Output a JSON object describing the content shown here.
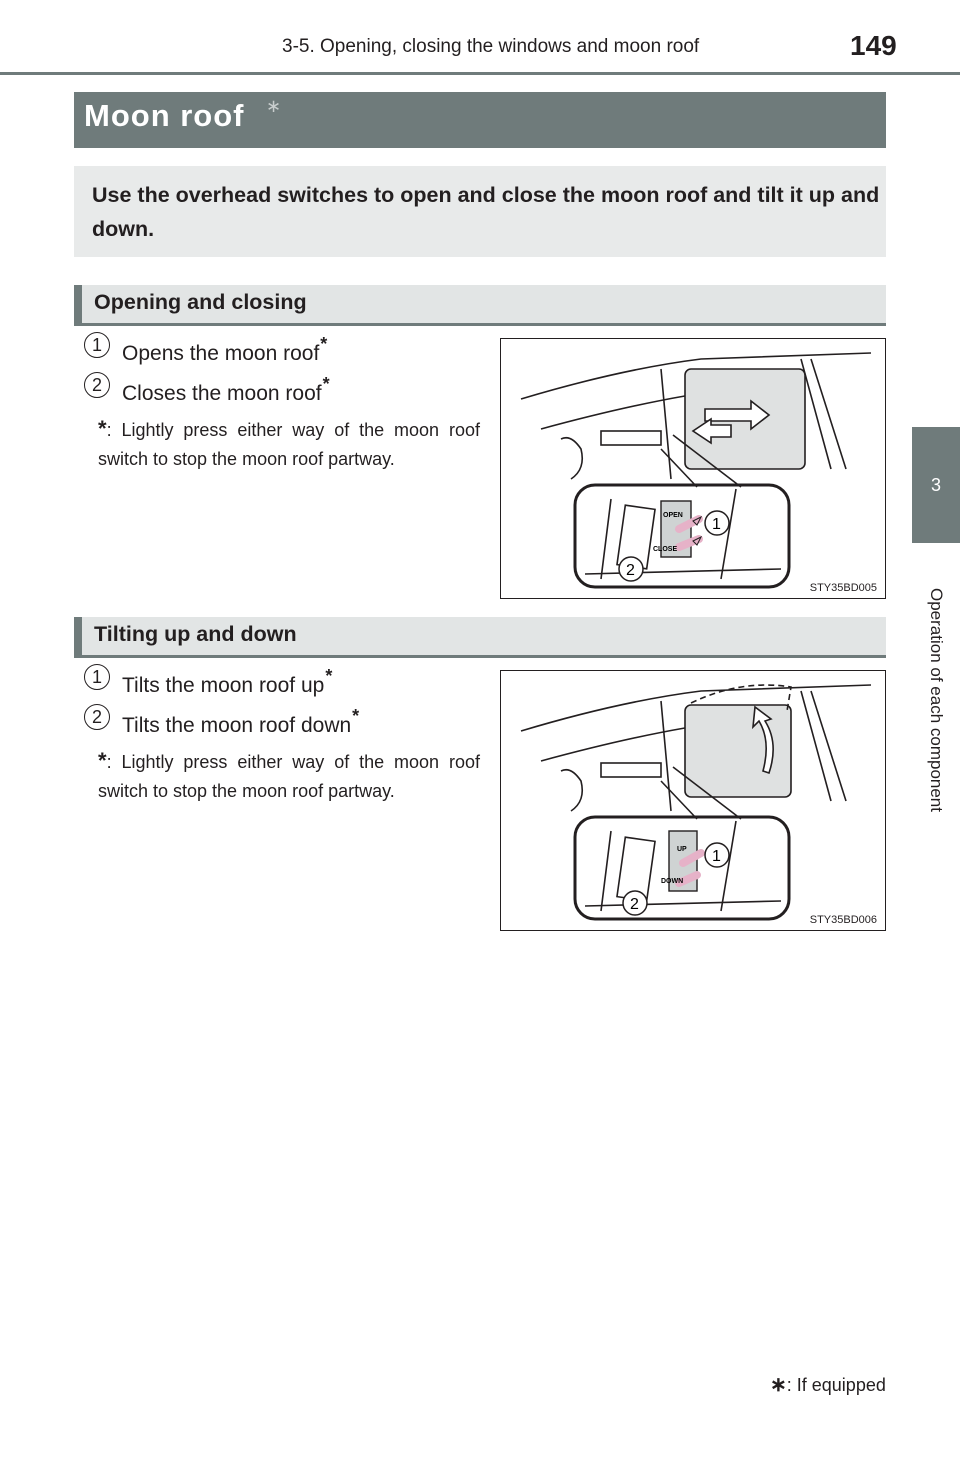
{
  "header": {
    "section_title": "3-5. Opening, closing the windows and moon roof",
    "page_number": "149"
  },
  "side_tab": {
    "number": "3",
    "chapter": "Operation of each component"
  },
  "title": {
    "text": "Moon roof",
    "mark": "∗"
  },
  "intro": "Use the overhead switches to open and close the moon roof and tilt it up and down.",
  "sections": [
    {
      "heading": "Opening and closing",
      "items": [
        {
          "num": "1",
          "text": "Opens the moon roof",
          "mark": "*"
        },
        {
          "num": "2",
          "text": "Closes the moon roof",
          "mark": "*"
        }
      ],
      "note_mark": "*",
      "note_text": ": Lightly press either way of the moon roof switch to stop the moon roof partway.",
      "figure": {
        "code": "STY35BD005",
        "switch_top": "OPEN",
        "switch_bottom": "CLOSE",
        "callout_1": "1",
        "callout_2": "2"
      }
    },
    {
      "heading": "Tilting up and down",
      "items": [
        {
          "num": "1",
          "text": "Tilts the moon roof up",
          "mark": "*"
        },
        {
          "num": "2",
          "text": "Tilts the moon roof down",
          "mark": "*"
        }
      ],
      "note_mark": "*",
      "note_text": ": Lightly press either way of the moon roof switch to stop the moon roof partway.",
      "figure": {
        "code": "STY35BD006",
        "switch_top": "UP",
        "switch_bottom": "DOWN",
        "callout_1": "1",
        "callout_2": "2"
      }
    }
  ],
  "footnote": {
    "mark": "∗",
    "text": ": If equipped"
  }
}
